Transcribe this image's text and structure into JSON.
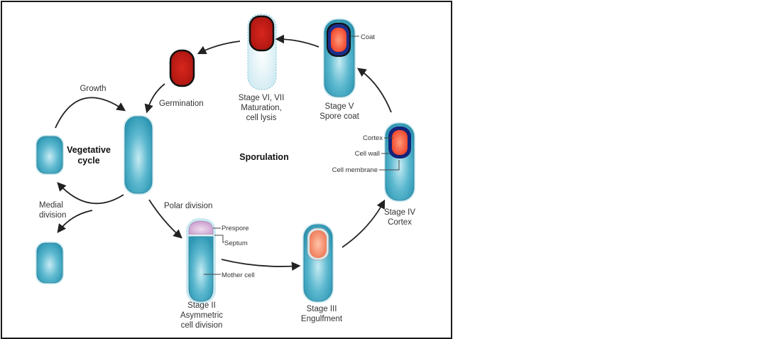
{
  "title": "Bacterial sporulation and vegetative cycle",
  "colors": {
    "cell_fill": "#3fa8c2",
    "cell_center": "#bfe6ef",
    "cell_halo": "#a9dbe8",
    "spore_red": "#c41a14",
    "cortex_orange": "#f2553a",
    "engulf_orange": "#f28a6a",
    "coat_navy": "#14237a",
    "prespore_pink": "#d9b3d9",
    "arrow": "#222222",
    "frame": "#1a1a1a"
  },
  "cycles": {
    "vegetative": [
      "Vegetative",
      "cycle"
    ],
    "sporulation": "Sporulation"
  },
  "transitions": {
    "growth": "Growth",
    "germination": "Germination",
    "medial_division": [
      "Medial",
      "division"
    ],
    "polar_division": "Polar division"
  },
  "stages": {
    "stage2": [
      "Stage II",
      "Asymmetric",
      "cell division"
    ],
    "stage3": [
      "Stage III",
      "Engulfment"
    ],
    "stage4": [
      "Stage IV",
      "Cortex"
    ],
    "stage5": [
      "Stage V",
      "Spore coat"
    ],
    "stage67": [
      "Stage VI, VII",
      "Maturation,",
      "cell lysis"
    ]
  },
  "parts": {
    "prespore": "Prespore",
    "septum": "Septum",
    "mother_cell": "Mother cell",
    "cortex": "Cortex",
    "cell_wall": "Cell wall",
    "cell_membrane": "Cell membrane",
    "coat": "Coat"
  }
}
